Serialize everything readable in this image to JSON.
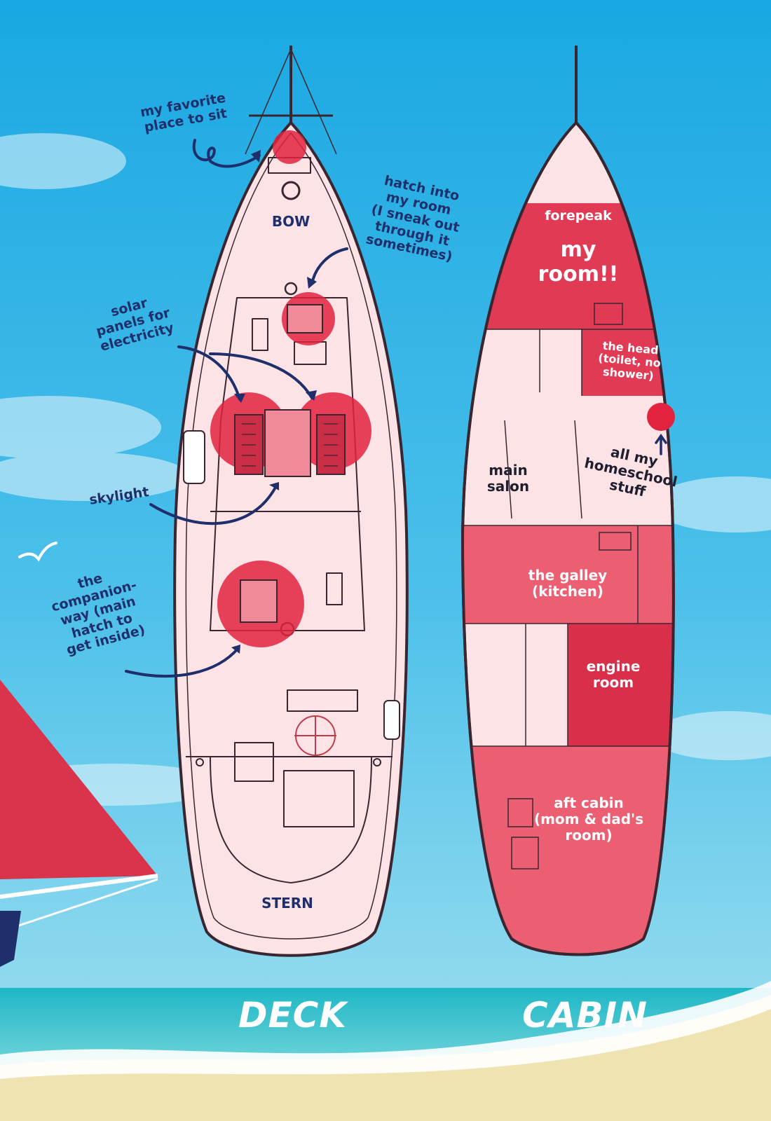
{
  "deck": {
    "title": "DECK",
    "bow": "BOW",
    "stern": "STERN",
    "favorite_place": "my favorite\nplace to sit",
    "hatch": "hatch into\nmy room\n(I sneak out\nthrough it\nsometimes)",
    "solar": "solar\npanels for\nelectricity",
    "skylight": "skylight",
    "companionway": "the\ncompanion-\nway (main\nhatch to\nget inside)"
  },
  "cabin": {
    "title": "CABIN",
    "forepeak": "forepeak",
    "my_room": "my\nroom!!",
    "head": "the head\n(toilet, no\nshower)",
    "main_salon": "main\nsalon",
    "homeschool": "all my\nhomeschool\nstuff",
    "galley": "the galley\n(kitchen)",
    "engine": "engine\nroom",
    "aft_cabin": "aft cabin\n(mom & dad's\nroom)"
  },
  "colors": {
    "sky": "#2fb4e6",
    "sea": "#3fc2d2",
    "hull": "#fde3e6",
    "red_room": "#e03a55",
    "pink_room": "#ec5f73",
    "highlight": "#e2233f",
    "ink": "#1f2f6b"
  }
}
